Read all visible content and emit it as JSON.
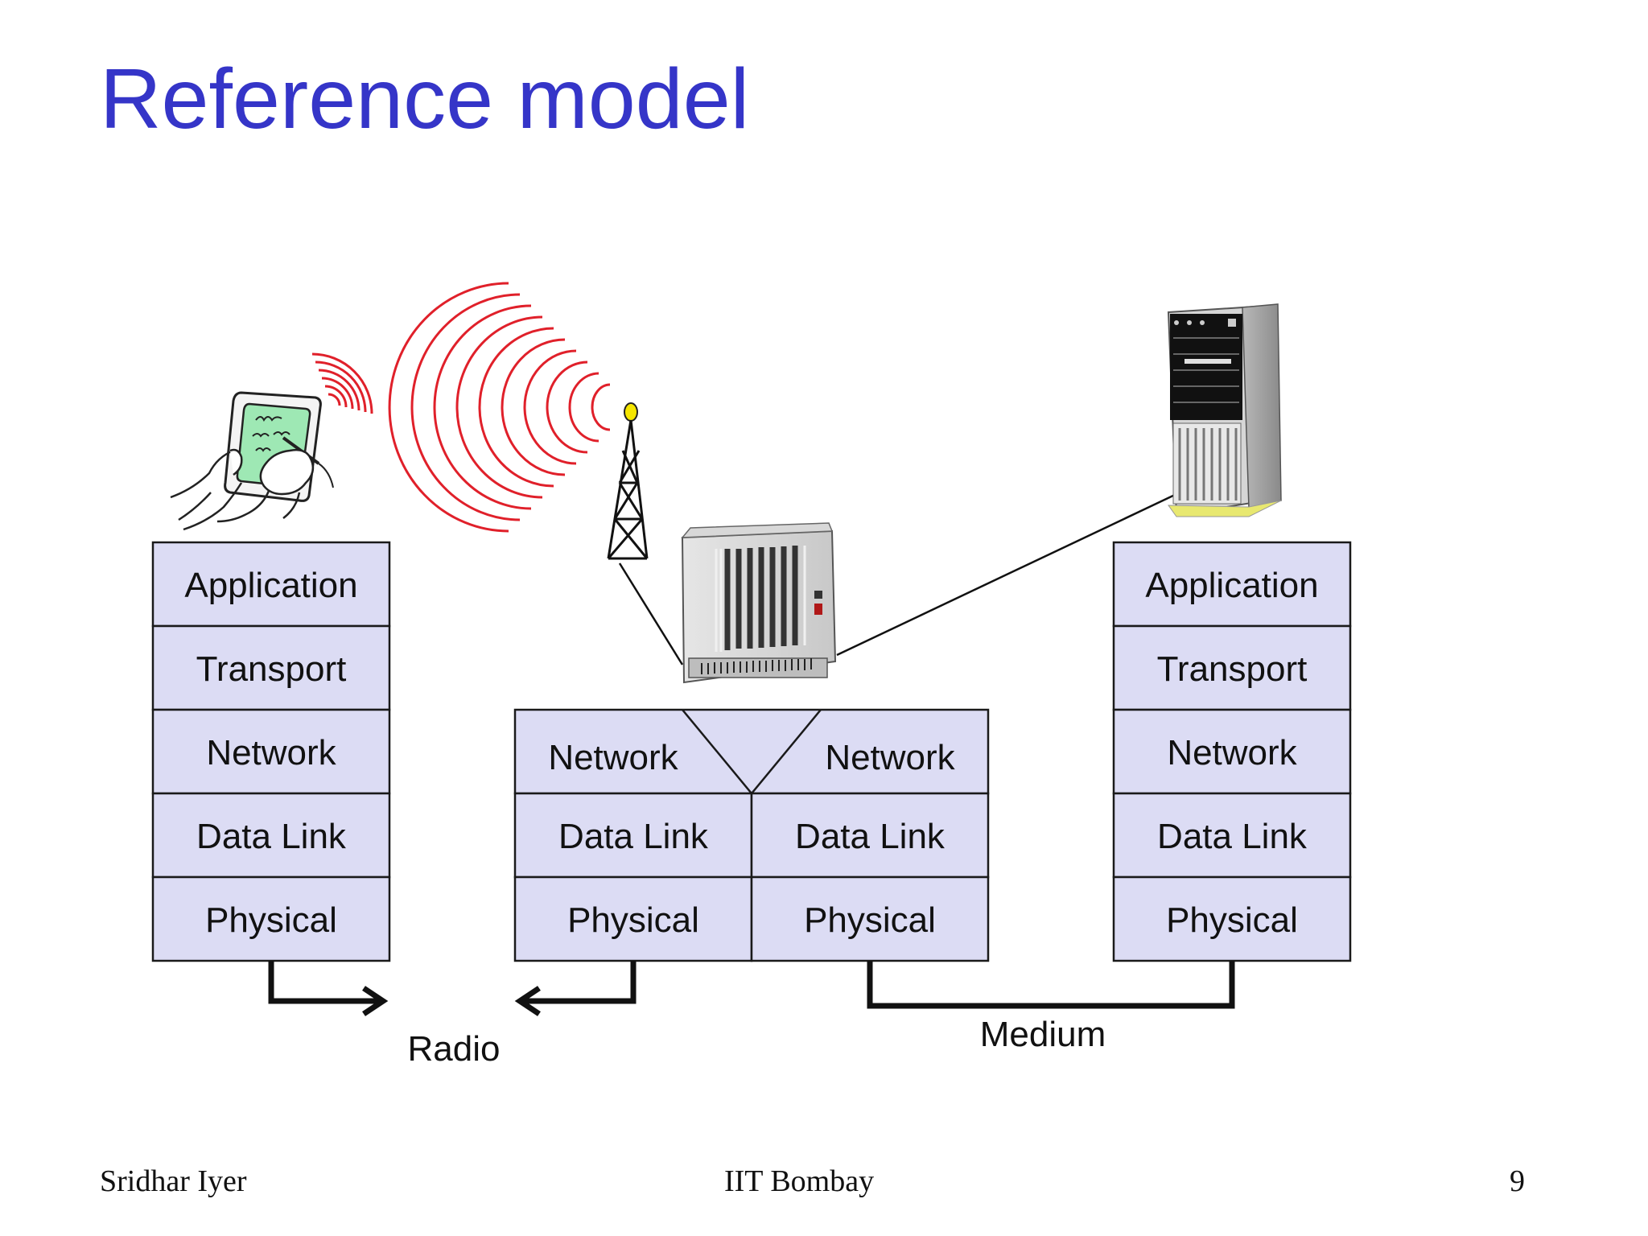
{
  "title": "Reference model",
  "colors": {
    "title": "#3535c8",
    "layer_fill": "#dcdcf4",
    "border": "#1a1a1a",
    "wave": "#e0202a",
    "tablet_screen": "#9ee8b4",
    "beacon": "#f5e600"
  },
  "icons": {
    "mobile_device": "tablet-with-stylus-icon",
    "antenna": "radio-tower-icon",
    "base_station": "equipment-rack-icon",
    "host": "tower-server-icon"
  },
  "left_stack": {
    "layers": [
      "Application",
      "Transport",
      "Network",
      "Data Link",
      "Physical"
    ]
  },
  "middle_stack": {
    "network_left": "Network",
    "network_right": "Network",
    "datalink_left": "Data Link",
    "datalink_right": "Data Link",
    "physical_left": "Physical",
    "physical_right": "Physical"
  },
  "right_stack": {
    "layers": [
      "Application",
      "Transport",
      "Network",
      "Data Link",
      "Physical"
    ]
  },
  "links": {
    "radio": "Radio",
    "medium": "Medium"
  },
  "footer": {
    "author": "Sridhar Iyer",
    "institution": "IIT Bombay",
    "page_number": "9"
  }
}
